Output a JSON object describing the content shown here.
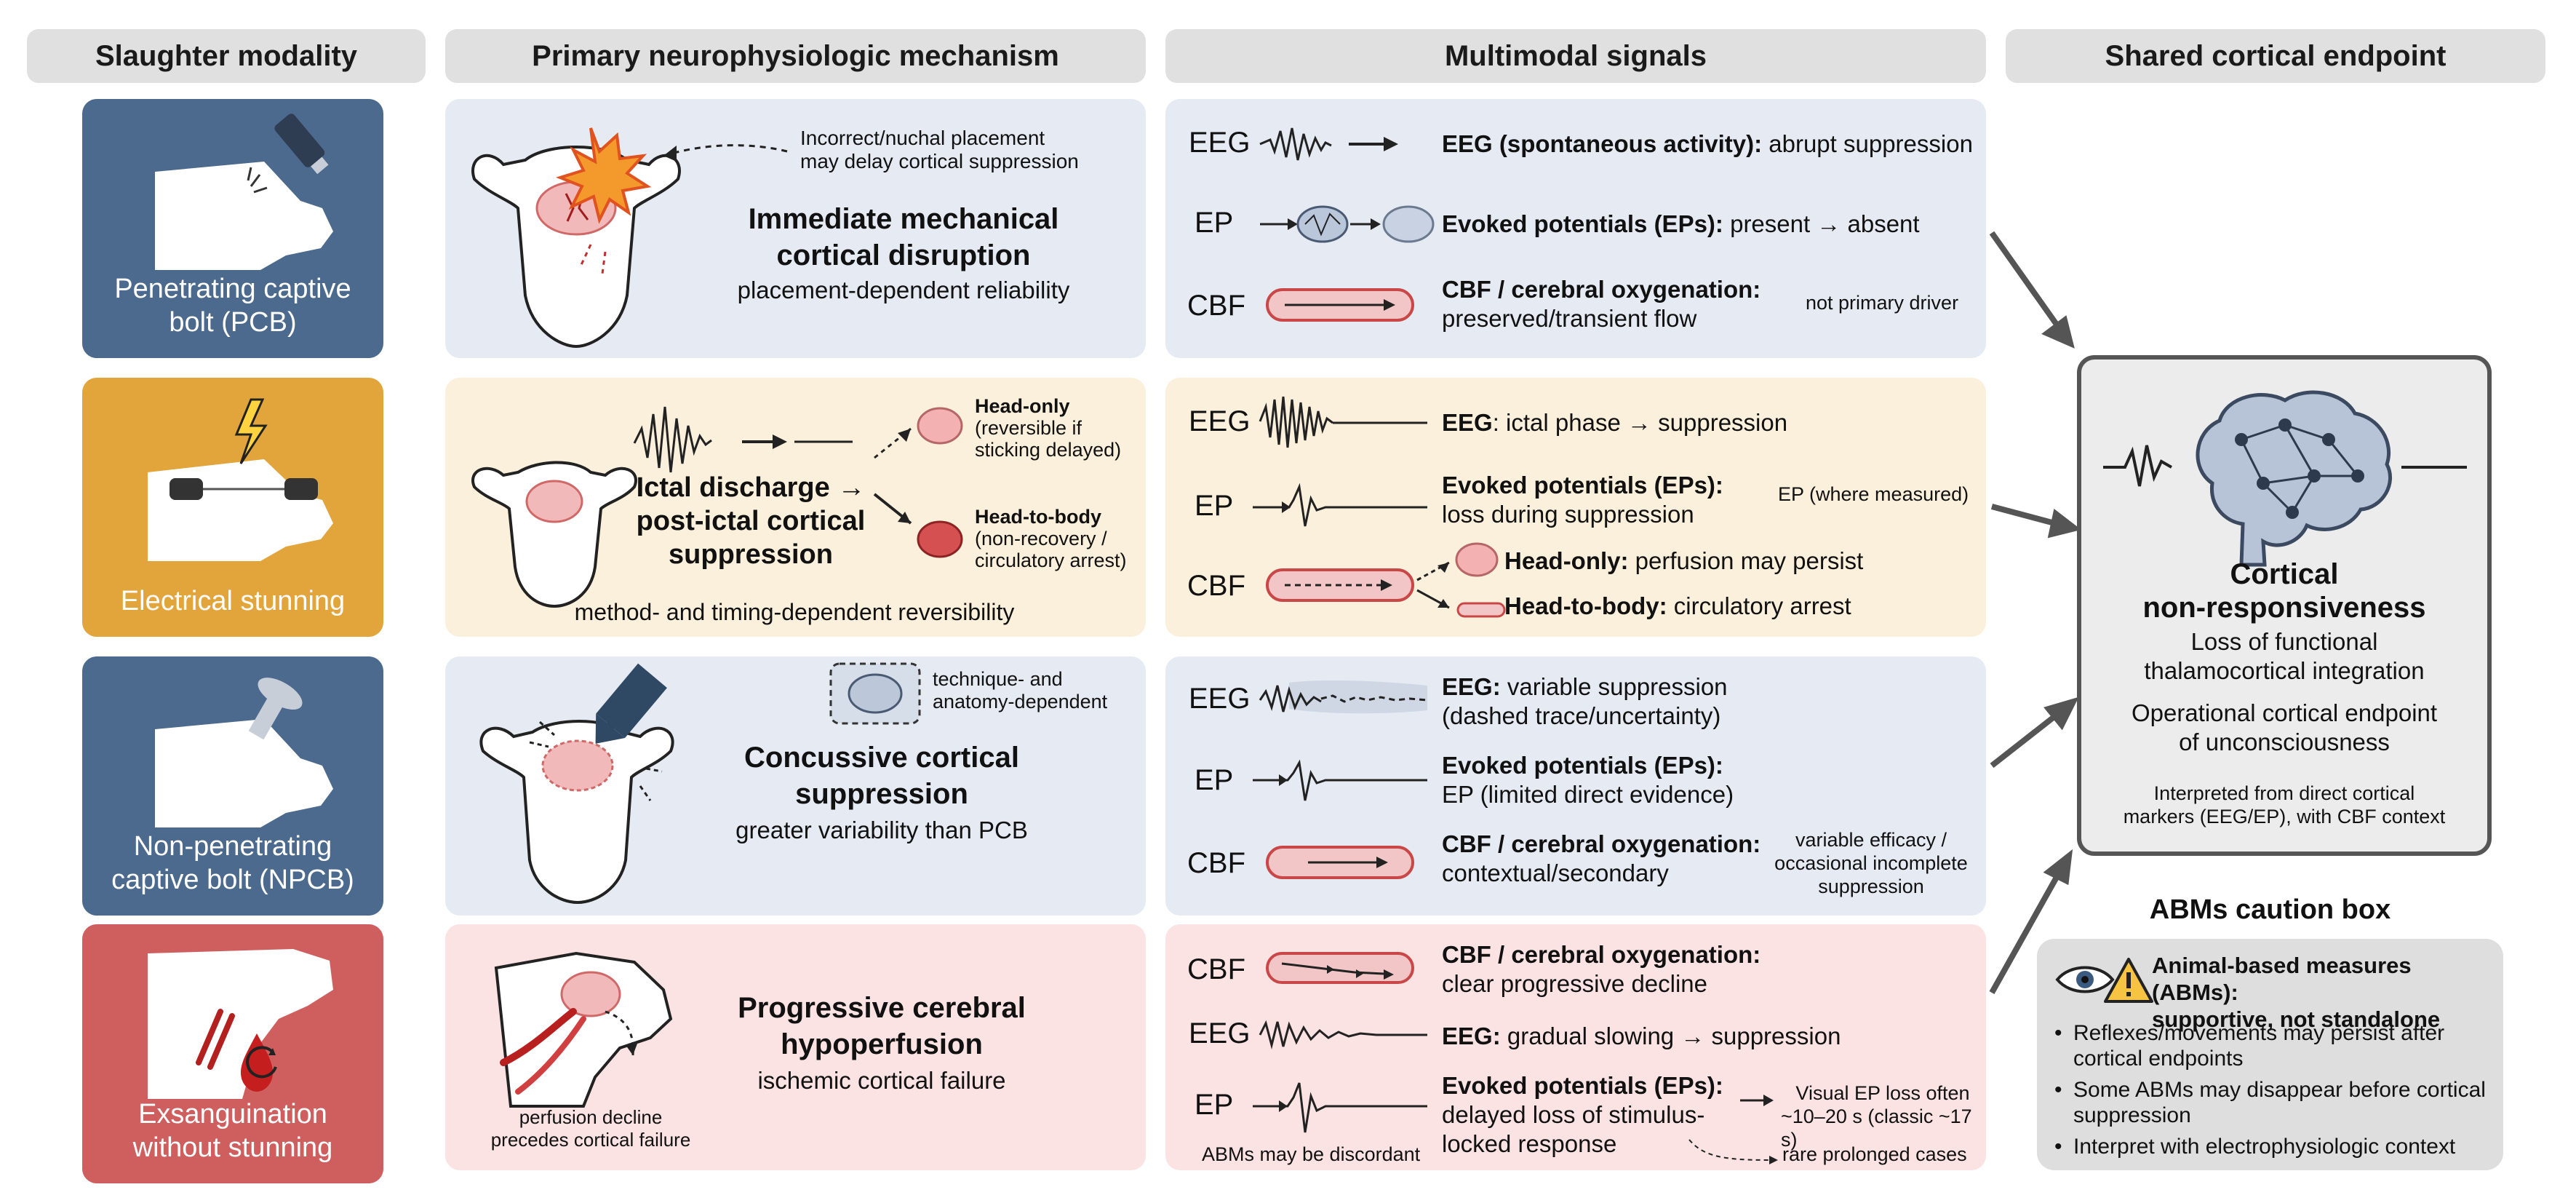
{
  "headers": {
    "modality": "Slaughter modality",
    "mechanism": "Primary neurophysiologic mechanism",
    "signals": "Multimodal signals",
    "endpoint": "Shared cortical endpoint"
  },
  "rows": [
    {
      "modality": {
        "line1": "Penetrating captive",
        "line2": "bolt (PCB)",
        "color": "#4b6a8e"
      },
      "mechanism": {
        "title1": "Immediate mechanical",
        "title2": "cortical disruption",
        "subtitle": "placement-dependent reliability",
        "note1": "Incorrect/nuchal placement",
        "note2": "may delay cortical suppression"
      },
      "signals": {
        "eeg_label": "EEG",
        "eeg_bold": "EEG (spontaneous activity):",
        "eeg_rest": " abrupt suppression",
        "ep_label": "EP",
        "ep_bold": "Evoked potentials (EPs):",
        "ep_rest": " present → absent",
        "cbf_label": "CBF",
        "cbf_bold": "CBF / cerebral oxygenation:",
        "cbf_rest": "preserved/transient flow",
        "cbf_note": "not primary driver"
      }
    },
    {
      "modality": {
        "line1": "Electrical stunning",
        "color": "#e2a53c"
      },
      "mechanism": {
        "title1": "Ictal discharge →",
        "title2": "post-ictal cortical",
        "title3": "suppression",
        "subtitle": "method- and timing-dependent reversibility",
        "ho_bold": "Head-only",
        "ho_1": "(reversible if",
        "ho_2": "sticking delayed)",
        "htb_bold": "Head-to-body",
        "htb_1": "(non-recovery /",
        "htb_2": "circulatory arrest)"
      },
      "signals": {
        "eeg_label": "EEG",
        "eeg_bold": "EEG",
        "eeg_rest": ": ictal phase → suppression",
        "ep_label": "EP",
        "ep_bold": "Evoked potentials (EPs):",
        "ep_rest": "loss during suppression",
        "ep_note": "EP (where measured)",
        "cbf_label": "CBF",
        "cbf_ho_bold": "Head-only:",
        "cbf_ho_rest": " perfusion may persist",
        "cbf_htb_bold": "Head-to-body:",
        "cbf_htb_rest": " circulatory arrest"
      }
    },
    {
      "modality": {
        "line1": "Non-penetrating",
        "line2": "captive bolt (NPCB)",
        "color": "#4b6a8e"
      },
      "mechanism": {
        "title1": "Concussive cortical",
        "title2": "suppression",
        "subtitle": "greater variability than PCB",
        "note1": "technique- and",
        "note2": "anatomy-dependent"
      },
      "signals": {
        "eeg_label": "EEG",
        "eeg_bold": "EEG:",
        "eeg_rest": " variable suppression",
        "eeg_rest2": "(dashed trace/uncertainty)",
        "ep_label": "EP",
        "ep_bold": "Evoked potentials (EPs):",
        "ep_rest": "EP (limited direct evidence)",
        "cbf_label": "CBF",
        "cbf_bold": "CBF / cerebral oxygenation:",
        "cbf_rest": "contextual/secondary",
        "cbf_note1": "variable efficacy /",
        "cbf_note2": "occasional incomplete",
        "cbf_note3": "suppression"
      }
    },
    {
      "modality": {
        "line1": "Exsanguination",
        "line2": "without stunning",
        "color": "#cf5f5f"
      },
      "mechanism": {
        "title1": "Progressive cerebral",
        "title2": "hypoperfusion",
        "subtitle": "ischemic cortical failure",
        "note1": "perfusion decline",
        "note2": "precedes cortical failure"
      },
      "signals": {
        "cbf_label": "CBF",
        "cbf_bold": "CBF / cerebral oxygenation:",
        "cbf_rest": "clear progressive decline",
        "eeg_label": "EEG",
        "eeg_bold": "EEG:",
        "eeg_rest": " gradual slowing → suppression",
        "ep_label": "EP",
        "ep_bold1": "Evoked potentials (EPs):",
        "ep_rest1": "delayed loss of stimulus-",
        "ep_rest2": "locked response",
        "ep_note1": "Visual EP loss often",
        "ep_note2": "~10–20 s (classic ~17 s)",
        "abm_note": "ABMs may be discordant",
        "rare_note": "rare prolonged cases"
      }
    }
  ],
  "endpoint": {
    "title1": "Cortical",
    "title2": "non-responsiveness",
    "line1": "Loss of functional",
    "line2": "thalamocortical integration",
    "line3": "Operational cortical endpoint",
    "line4": "of unconsciousness",
    "small1": "Interpreted from direct cortical",
    "small2": "markers (EEG/EP), with CBF context"
  },
  "caution": {
    "heading": "ABMs caution box",
    "title1": "Animal-based measures (ABMs):",
    "title2": "supportive, not standalone",
    "bullets": [
      "Reflexes/movements may persist after cortical endpoints",
      "Some ABMs may disappear before cortical suppression",
      "Interpret with electrophysiologic context"
    ]
  },
  "colors": {
    "blue_panel": "#e5eaf3",
    "orange_panel": "#fbf0db",
    "red_panel": "#fbe3e4",
    "endpoint_bg": "#ececec",
    "arrow": "#555555"
  }
}
